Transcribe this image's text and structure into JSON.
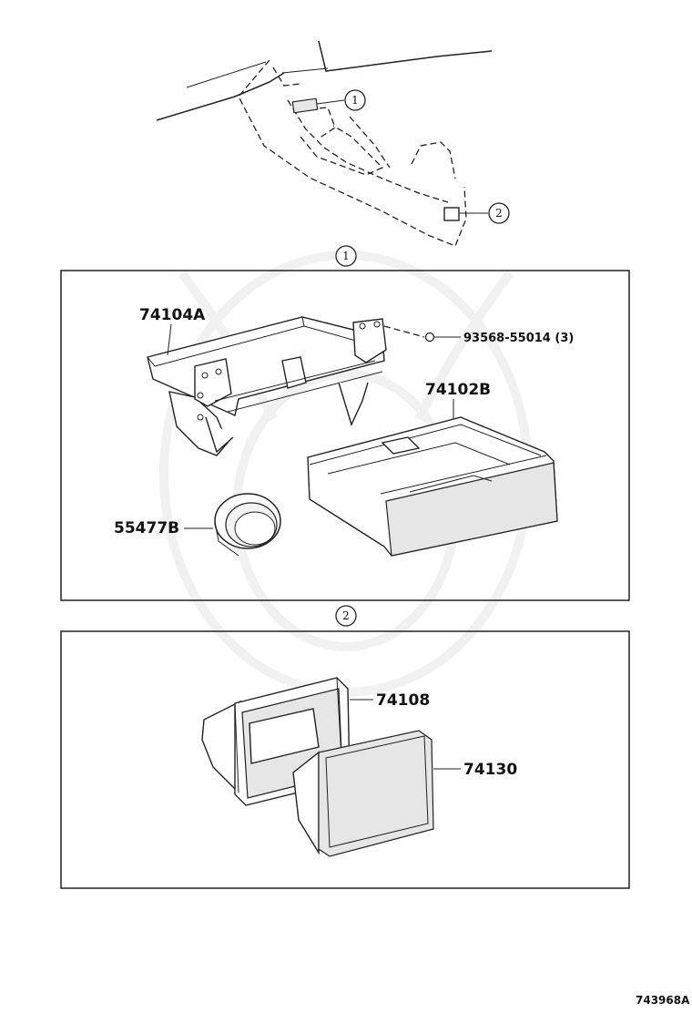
{
  "callouts": [
    {
      "num": "1"
    },
    {
      "num": "2"
    }
  ],
  "sections": [
    {
      "marker": "1"
    },
    {
      "marker": "2"
    }
  ],
  "parts": [
    {
      "number": "74104A"
    },
    {
      "number": "93568-55014 (3)"
    },
    {
      "number": "74102B"
    },
    {
      "number": "55477B"
    },
    {
      "number": "74108"
    },
    {
      "number": "74130"
    }
  ],
  "reference_code": "743968A"
}
